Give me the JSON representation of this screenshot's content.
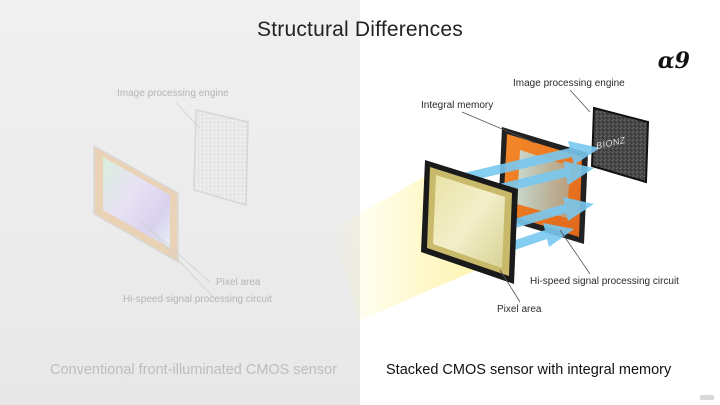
{
  "title": "Structural Differences",
  "brand_logo": "α9",
  "left": {
    "label_engine": "Image processing engine",
    "label_pixel": "Pixel area",
    "label_signal": "Hi-speed signal processing circuit",
    "caption": "Conventional front-illuminated CMOS sensor"
  },
  "right": {
    "label_engine": "Image processing engine",
    "label_memory": "Integral memory",
    "label_signal": "Hi-speed signal processing circuit",
    "label_pixel": "Pixel area",
    "caption": "Stacked CMOS sensor with integral memory",
    "engine_chip_text": "BIONZ"
  },
  "colors": {
    "accent_orange": "#f07a1c",
    "arrow_blue": "#6cc4f2",
    "light_yellow": "#fff3a0",
    "faded_text": "#b4b4b4"
  }
}
